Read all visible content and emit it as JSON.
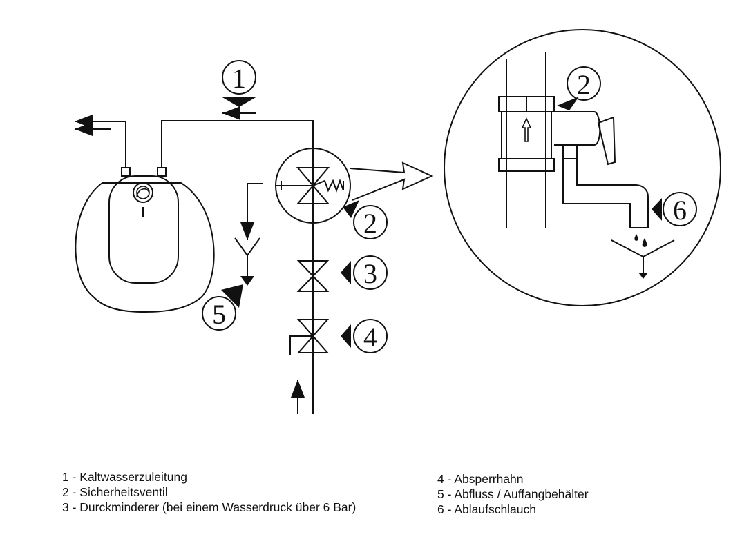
{
  "callouts": {
    "c1": "1",
    "c2_main": "2",
    "c3": "3",
    "c4": "4",
    "c5": "5",
    "c2_detail": "2",
    "c6": "6"
  },
  "legend": {
    "left": [
      "1 - Kaltwasserzuleitung",
      "2 - Sicherheitsventil",
      "3 - Durckminderer (bei einem Wasserdruck über 6 Bar)"
    ],
    "right": [
      "4 - Absperrhahn",
      "5 - Abfluss / Auffangbehälter",
      "6 - Ablaufschlauch"
    ]
  },
  "colors": {
    "line": "#111111",
    "background": "#ffffff"
  }
}
